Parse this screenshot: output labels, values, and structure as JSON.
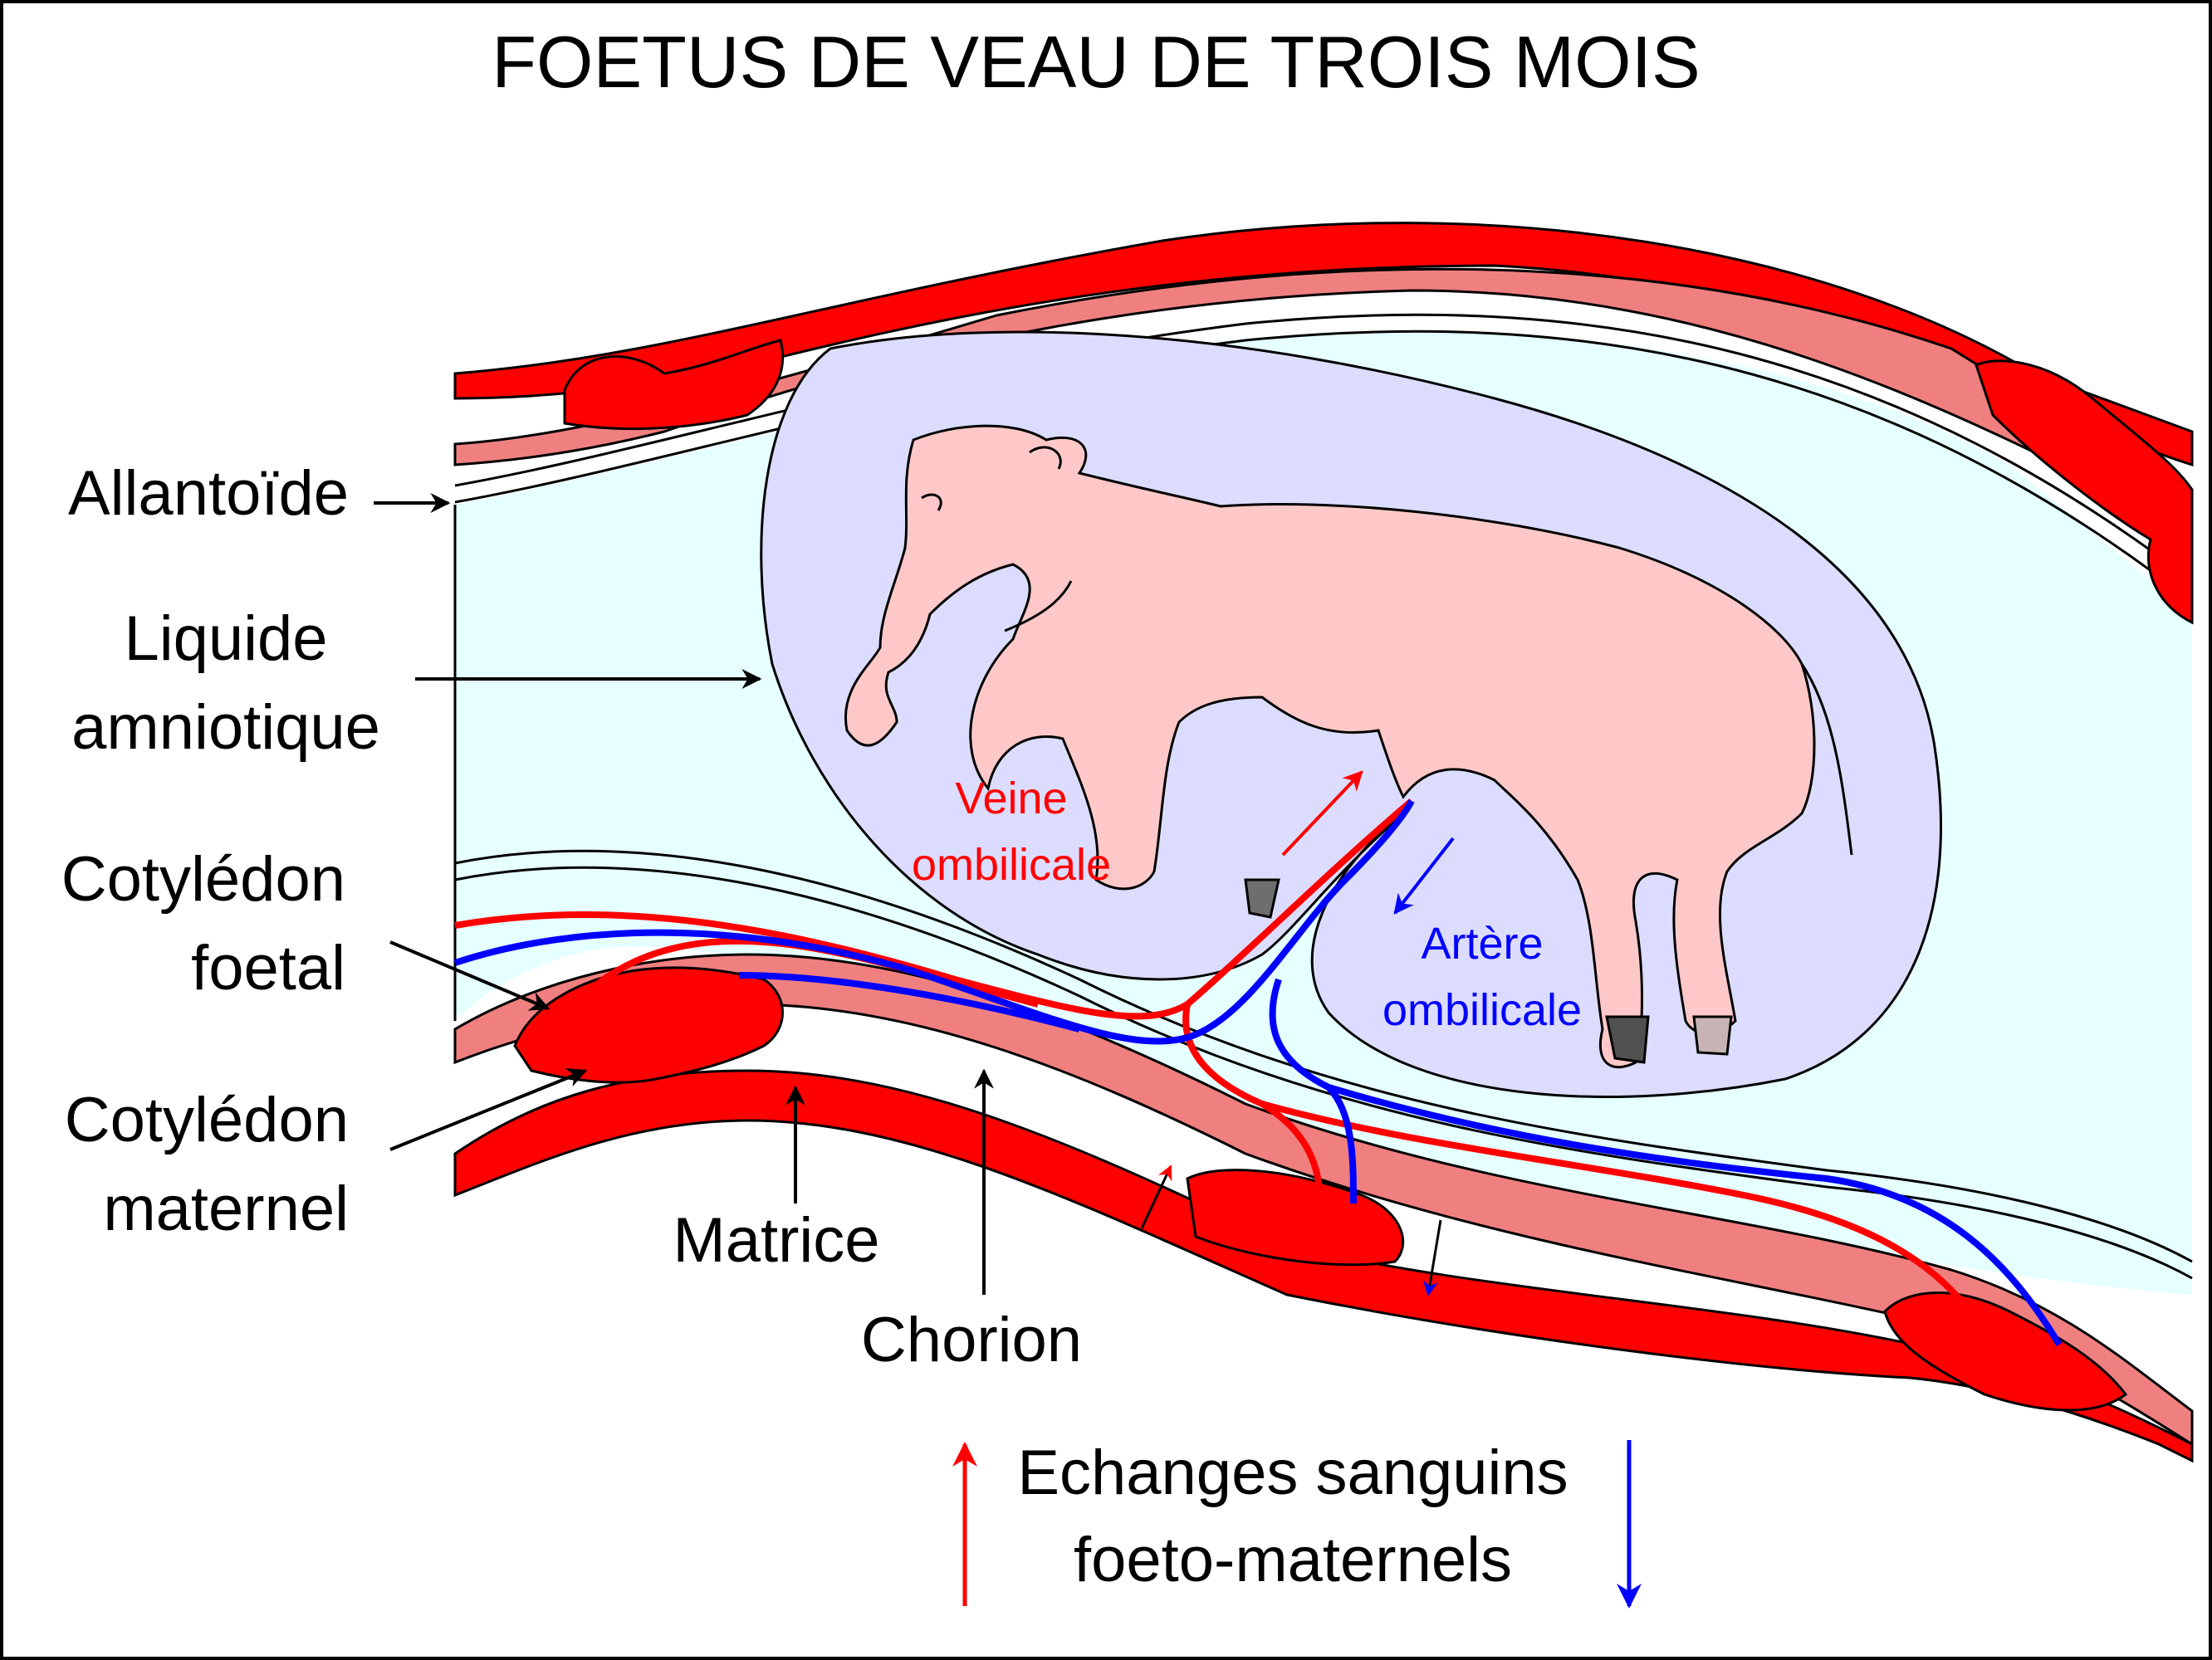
{
  "title": "FOETUS DE VEAU DE TROIS MOIS",
  "labels": {
    "allantoide": "Allantoïde",
    "liquide_line1": "Liquide",
    "liquide_line2": "amniotique",
    "cot_foetal_line1": "Cotylédon",
    "cot_foetal_line2": "foetal",
    "cot_maternel_line1": "Cotylédon",
    "cot_maternel_line2": "maternel",
    "matrice": "Matrice",
    "chorion": "Chorion",
    "veine_line1": "Veine",
    "veine_line2": "ombilicale",
    "artere_line1": "Artère",
    "artere_line2": "ombilicale"
  },
  "legend": {
    "line1": "Echanges sanguins",
    "line2": "foeto-maternels"
  },
  "colors": {
    "artery_vein_red": "#ff0000",
    "artery_blue": "#0000ff",
    "uterus_red": "#ff0000",
    "cotyledon_pink": "#f08080",
    "amniotic_fluid": "#e6ffff",
    "amnion_sac": "#dcdcff",
    "fetus_skin": "#ffc8c8",
    "border": "#000000"
  }
}
